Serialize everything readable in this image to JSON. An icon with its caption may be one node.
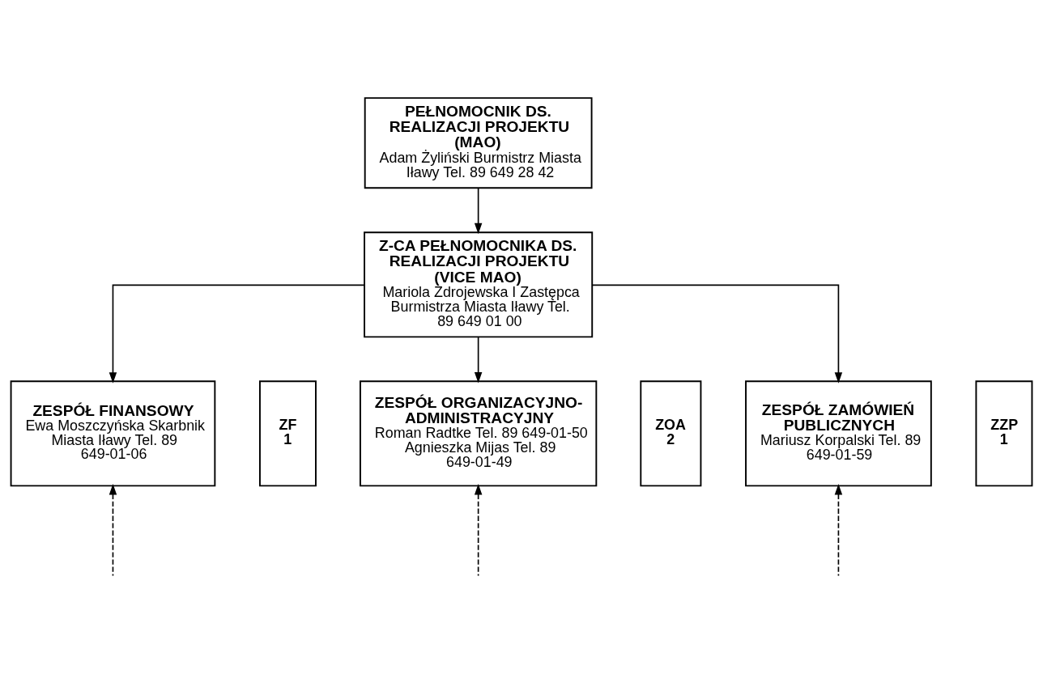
{
  "diagram": {
    "nodes": [
      {
        "text": [
          "PEŁNOMOCNIK DS. REALIZACJI PROJEKTU (MAO)",
          "Adam Żyliński Burmistrz Miasta Iławy Tel. 89 649 28 42"
        ]
      },
      {
        "text": [
          "Z-CA PEŁNOMOCNIKA DS. REALIZACJI PROJEKTU (VICE MAO)",
          "Mariola Zdrojewska I Zastępca Burmistrza Miasta Iławy Tel. 89 649 01 00"
        ]
      },
      {
        "text": [
          "ZESPÓŁ FINANSOWY",
          "Ewa Moszczyńska Skarbnik Miasta Iławy Tel. 89 649-01-06"
        ]
      },
      {
        "text": [
          "ZF 1"
        ]
      },
      {
        "text": [
          "ZESPÓŁ ORGANIZACYJNO-ADMINISTRACYJNY",
          "Roman Radtke Tel. 89 649-01-50 Agnieszka Mijas Tel. 89 649-01-49"
        ]
      },
      {
        "text": [
          "ZOA 2"
        ]
      },
      {
        "text": [
          "ZESPÓŁ ZAMÓWIEŃ PUBLICZNYCH",
          "Mariusz Korpalski Tel. 89 649-01-59"
        ]
      },
      {
        "text": [
          "ZZP 1"
        ]
      }
    ],
    "edges": [
      {
        "from": 0,
        "to": 1,
        "arrow": "to"
      },
      {
        "from": 1,
        "to": 2,
        "arrow": "to"
      },
      {
        "from": 1,
        "to": 4,
        "arrow": "to"
      },
      {
        "from": 1,
        "to": 6,
        "arrow": "to"
      },
      {
        "from": null,
        "to": 2,
        "arrow": "to",
        "style": "dashed"
      },
      {
        "from": null,
        "to": 4,
        "arrow": "to",
        "style": "dashed"
      },
      {
        "from": null,
        "to": 6,
        "arrow": "to",
        "style": "dashed"
      }
    ]
  }
}
